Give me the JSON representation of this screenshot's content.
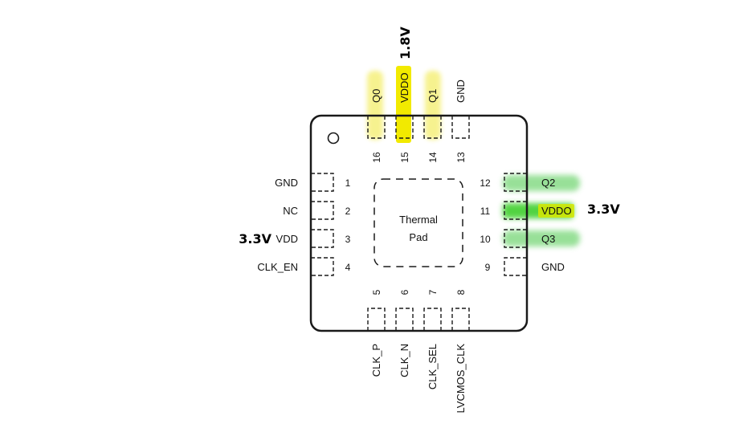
{
  "package": {
    "thermal_pad_line1": "Thermal",
    "thermal_pad_line2": "Pad"
  },
  "pins": {
    "p1": {
      "number": "1",
      "name": "GND"
    },
    "p2": {
      "number": "2",
      "name": "NC"
    },
    "p3": {
      "number": "3",
      "name": "VDD"
    },
    "p4": {
      "number": "4",
      "name": "CLK_EN"
    },
    "p5": {
      "number": "5",
      "name": "CLK_P"
    },
    "p6": {
      "number": "6",
      "name": "CLK_N"
    },
    "p7": {
      "number": "7",
      "name": "CLK_SEL"
    },
    "p8": {
      "number": "8",
      "name": "LVCMOS_CLK"
    },
    "p9": {
      "number": "9",
      "name": "GND"
    },
    "p10": {
      "number": "10",
      "name": "Q3"
    },
    "p11": {
      "number": "11",
      "name": "VDDO"
    },
    "p12": {
      "number": "12",
      "name": "Q2"
    },
    "p13": {
      "number": "13",
      "name": "GND"
    },
    "p14": {
      "number": "14",
      "name": "Q1"
    },
    "p15": {
      "number": "15",
      "name": "VDDO"
    },
    "p16": {
      "number": "16",
      "name": "Q0"
    }
  },
  "annotations": {
    "vddo_top_voltage": "1.8V",
    "vddo_right_voltage": "3.3V",
    "vdd_left_voltage": "3.3V"
  },
  "colors": {
    "yellow_highlight": "#f2ea00",
    "green_highlight": "#36cf36",
    "outline": "#1a1a1a"
  }
}
